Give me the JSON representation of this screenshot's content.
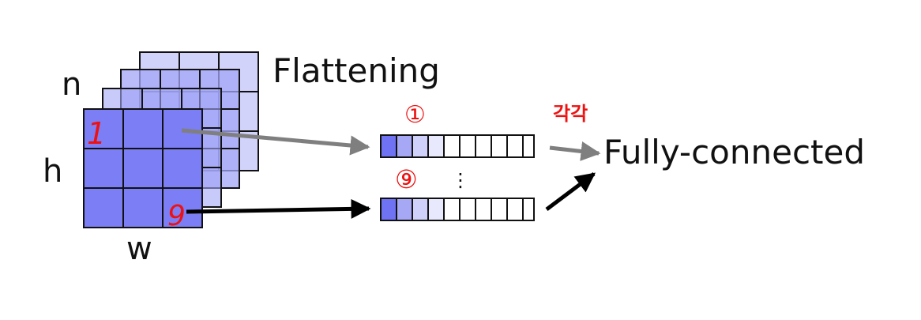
{
  "labels": {
    "n": "n",
    "h": "h",
    "w": "w",
    "flattening": "Flattening",
    "fully_connected": "Fully-connected",
    "ellipsis": "⋮"
  },
  "annotations": {
    "cell_first": "1",
    "cell_last": "9",
    "vector_first": "①",
    "vector_last": "⑨",
    "note": "각각"
  },
  "colors": {
    "front_cell": "#7b7ef5",
    "mid_cell": "#a3a6f7",
    "back_cell": "#d1d3fb",
    "vec_dark": "#6f72f2",
    "vec_mid": "#a6a8f6",
    "vec_light": "#cfd1fa",
    "vec_lightest": "#e8e9fd",
    "grid_stroke": "#111111",
    "arrow_gray": "#7f7f7f",
    "arrow_black": "#000000",
    "annotation": "#ee1111"
  }
}
